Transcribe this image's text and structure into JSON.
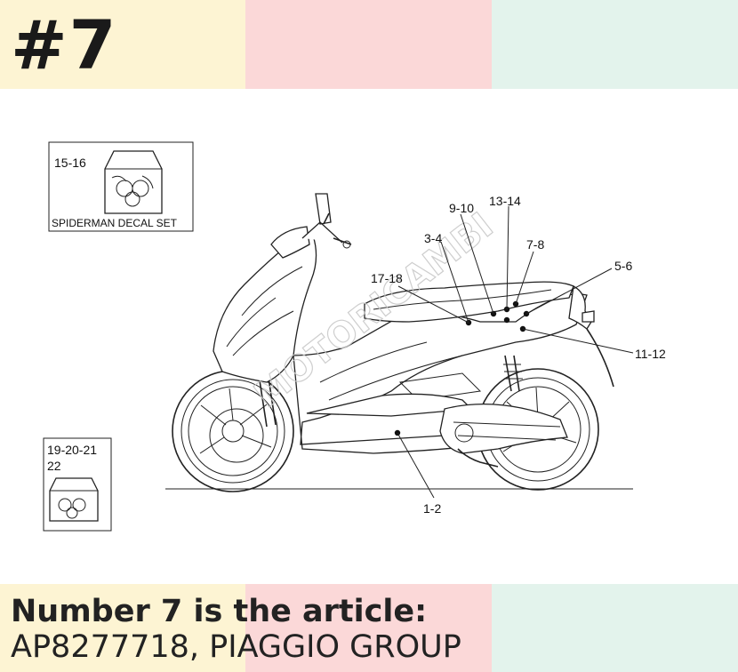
{
  "header": {
    "number_label": "#7"
  },
  "diagram": {
    "decal_set_label": "SPIDERMAN DECAL SET",
    "watermark": "MOTORICAMBI",
    "callouts": {
      "c15_16": "15-16",
      "c19_22_a": "19-20-21",
      "c19_22_b": "22",
      "c9_10": "9-10",
      "c13_14": "13-14",
      "c3_4": "3-4",
      "c7_8": "7-8",
      "c5_6": "5-6",
      "c17_18": "17-18",
      "c11_12": "11-12",
      "c1_2": "1-2"
    }
  },
  "caption": {
    "line1": "Number 7 is the article:",
    "line2": "AP8277718, PIAGGIO GROUP"
  },
  "colors": {
    "band_yellow": "#fdf4d3",
    "band_pink": "#fbd8d8",
    "band_mint": "#e3f3ec"
  }
}
